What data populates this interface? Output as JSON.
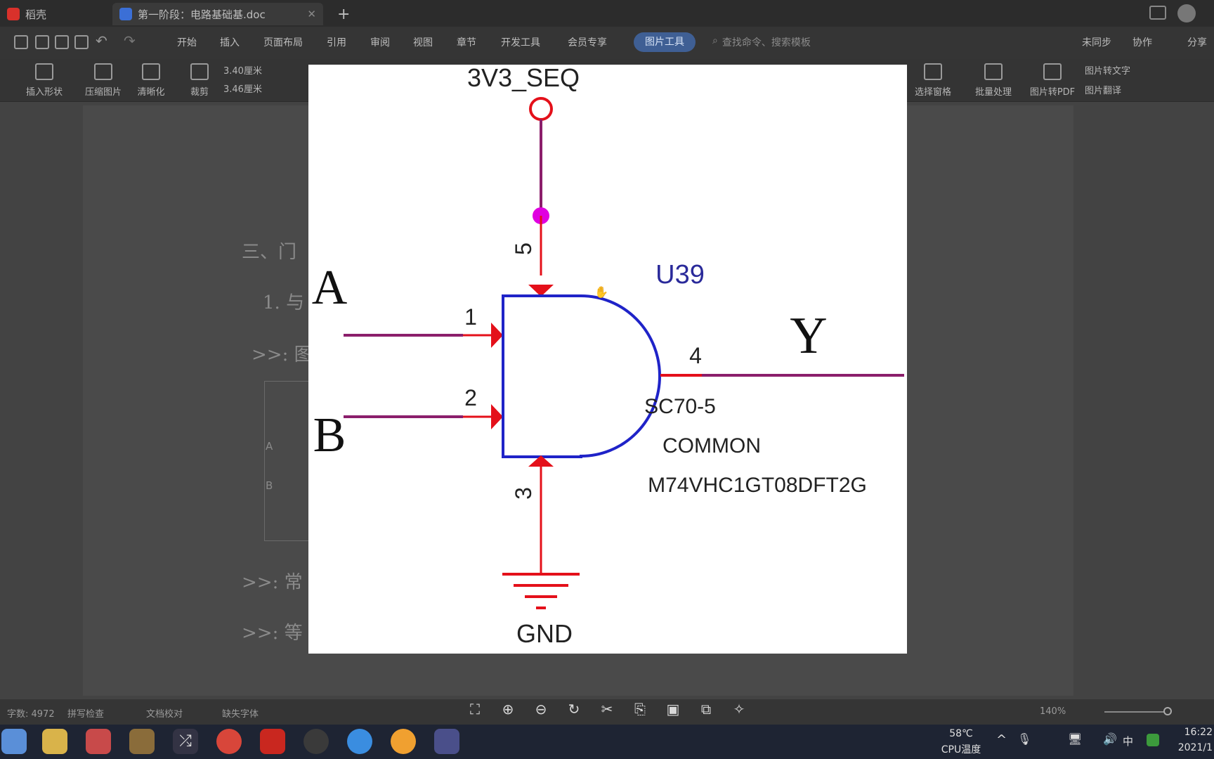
{
  "titlebar": {
    "tabs": [
      {
        "label": "稻壳",
        "badge_color": "#d9312b"
      },
      {
        "label": "第一阶段：电路基础基.doc",
        "badge_color": "#3b6fd6"
      }
    ],
    "new_tab": "+"
  },
  "menu": {
    "items": [
      "开始",
      "插入",
      "页面布局",
      "引用",
      "审阅",
      "视图",
      "章节",
      "开发工具",
      "会员专享"
    ],
    "active": "图片工具",
    "search_placeholder": "查找命令、搜索模板",
    "right": [
      "未同步",
      "协作",
      "分享"
    ]
  },
  "ribbon": {
    "left_buttons": [
      "插入形状",
      "压缩图片",
      "清晰化",
      "裁剪"
    ],
    "width_value": "3.40厘米",
    "height_value": "3.46厘米",
    "right_buttons": [
      "选择窗格",
      "批量处理",
      "图片转PDF"
    ],
    "right_small": [
      "图片转文字",
      "图片翻译"
    ]
  },
  "document": {
    "heading": "三、门",
    "item1": "1. 与",
    "line1": ">>: 图",
    "line2": ">>: 常",
    "line3": ">>: 等",
    "mini_label_a": "A",
    "mini_label_b": "B"
  },
  "schematic": {
    "power_net": "3V3_SEQ",
    "ground_net": "GND",
    "ref": "U39",
    "package": "SC70-5",
    "value": "COMMON",
    "part_number": "M74VHC1GT08DFT2G",
    "input_a": "A",
    "input_b": "B",
    "output": "Y",
    "pins": {
      "in_a": "1",
      "in_b": "2",
      "gnd": "3",
      "out": "4",
      "vcc": "5"
    },
    "colors": {
      "wire": "#8b1e6b",
      "pin": "#e4101a",
      "body": "#1f23c8",
      "junction": "#e000e0",
      "ref": "#2a2a9a"
    }
  },
  "statusbar": {
    "word_count": "字数: 4972",
    "spell_check": "拼写检查",
    "proofread": "文档校对",
    "missing_font": "缺失字体",
    "zoom": "140%"
  },
  "taskbar": {
    "temperature": "58℃",
    "cpu_label": "CPU温度",
    "ime": "中",
    "time": "16:22",
    "date": "2021/1"
  }
}
